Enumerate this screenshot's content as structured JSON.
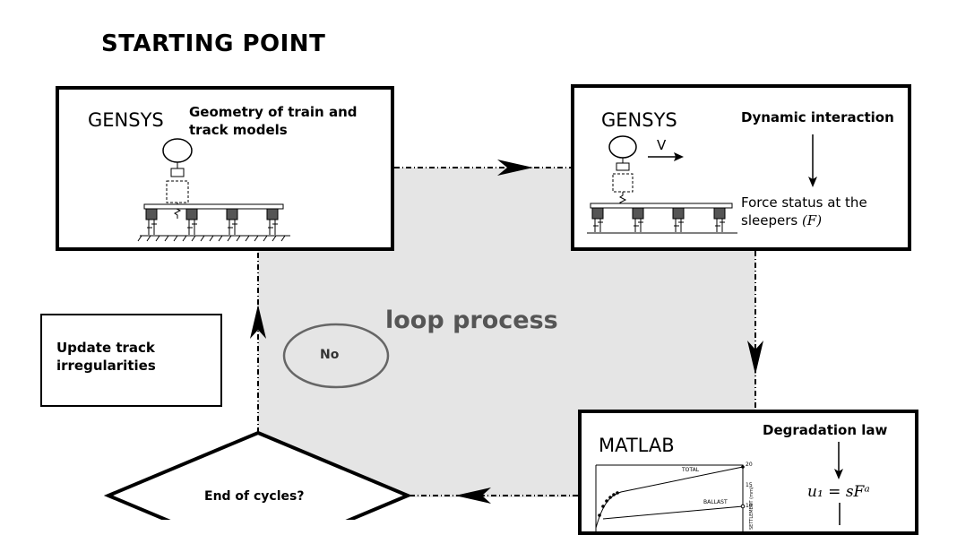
{
  "title": "STARTING POINT",
  "box_geometry": {
    "tool": "GENSYS",
    "caption": "Geometry of train and track models"
  },
  "box_dynamic": {
    "tool": "GENSYS",
    "heading": "Dynamic interaction",
    "velocity_label": "V",
    "force_label": "Force status at the sleepers",
    "force_symbol": "(F)"
  },
  "box_update": {
    "text": "Update track irregularities"
  },
  "loop_label": "loop process",
  "no_label": "No",
  "decision_label": "End of cycles?",
  "box_matlab": {
    "tool": "MATLAB",
    "heading": "Degradation law",
    "formula": "u₁ = sFᵃ",
    "plot_labels": {
      "total": "TOTAL",
      "ballast": "BALLAST",
      "y_axis": "SETTLEMENT (mm)",
      "ticks": [
        "20",
        "15",
        "10"
      ]
    }
  },
  "colors": {
    "loop_fill": "#e5e5e5",
    "loop_text": "#555555",
    "sleeper_fill": "#555555"
  }
}
